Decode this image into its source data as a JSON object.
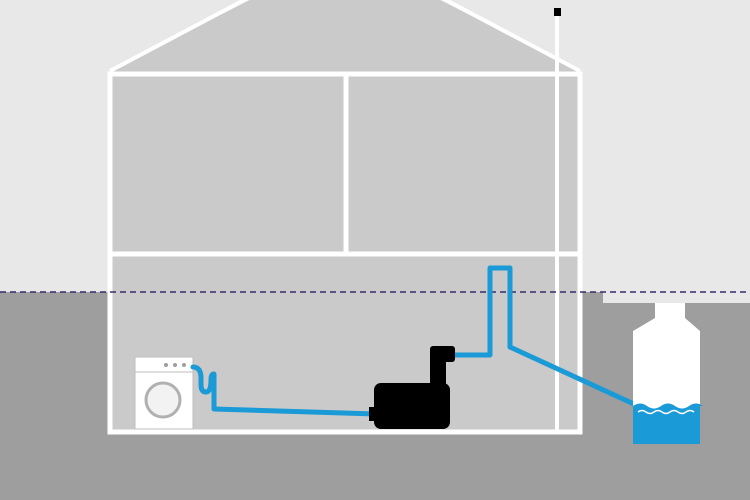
{
  "diagram": {
    "subject": "house-with-lifting-station",
    "components": [
      {
        "id": "house",
        "icon": "house-cross-section-icon"
      },
      {
        "id": "washing-machine",
        "icon": "washing-machine-icon"
      },
      {
        "id": "lifting-station",
        "icon": "pump-unit-icon"
      },
      {
        "id": "drain-pipe",
        "icon": "pipe-icon"
      },
      {
        "id": "vent-pipe",
        "icon": "vent-pipe-icon"
      },
      {
        "id": "backwater-level",
        "icon": "dashed-level-line-icon"
      },
      {
        "id": "sewer-tank",
        "icon": "tank-with-water-icon"
      }
    ]
  },
  "colors": {
    "sky": "#e8e8e8",
    "ground": "#9e9e9e",
    "house_fill": "#cacaca",
    "wall": "#ffffff",
    "pipe": "#1a9ad6",
    "pump": "#000000",
    "water": "#1a9ad6",
    "level_line": "#3a2a6e",
    "appliance_outline": "#bdbdbd"
  },
  "text": {}
}
